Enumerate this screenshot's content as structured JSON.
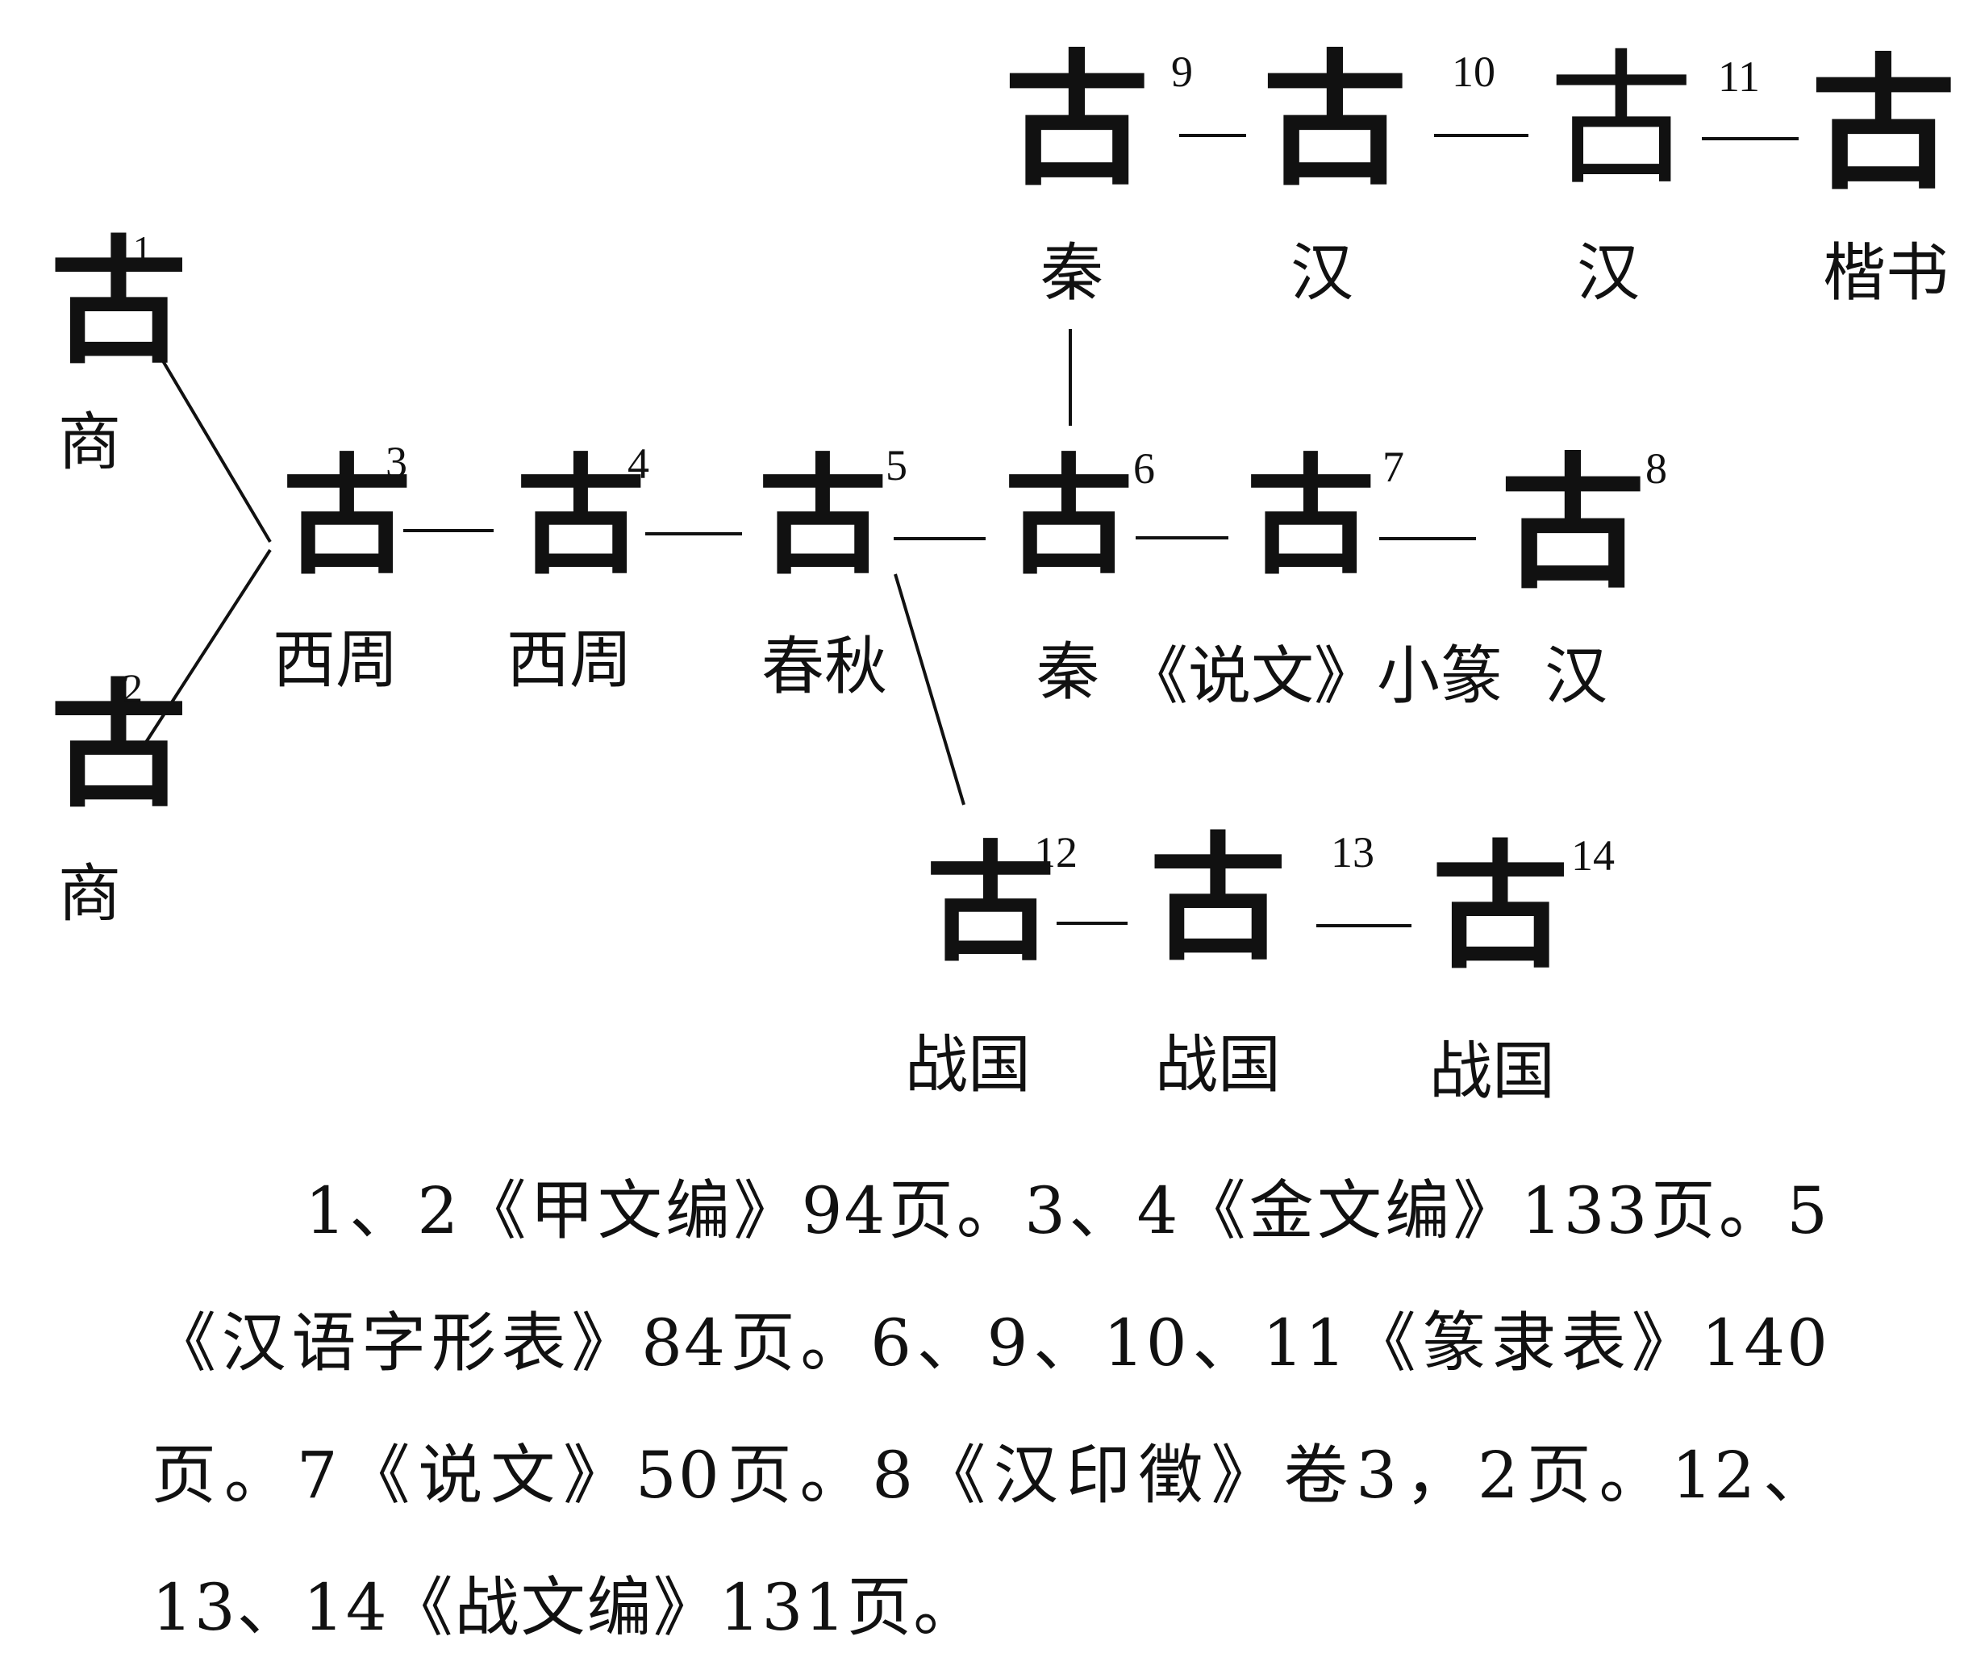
{
  "nodes": [
    {
      "id": 1,
      "char": "古",
      "number": "1",
      "period": "商"
    },
    {
      "id": 2,
      "char": "古",
      "number": "2",
      "period": "商"
    },
    {
      "id": 3,
      "char": "古",
      "number": "3",
      "period": "西周"
    },
    {
      "id": 4,
      "char": "古",
      "number": "4",
      "period": "西周"
    },
    {
      "id": 5,
      "char": "古",
      "number": "5",
      "period": "春秋"
    },
    {
      "id": 6,
      "char": "古",
      "number": "6",
      "period": "秦"
    },
    {
      "id": 7,
      "char": "古",
      "number": "7",
      "period": "《说文》小篆"
    },
    {
      "id": 8,
      "char": "古",
      "number": "8",
      "period": "汉"
    },
    {
      "id": 9,
      "char": "古",
      "number": "9",
      "period": "秦"
    },
    {
      "id": 10,
      "char": "古",
      "number": "10",
      "period": "汉"
    },
    {
      "id": 11,
      "char": "古",
      "number": "11",
      "period": "汉"
    },
    {
      "id": 12,
      "char": "古",
      "number": "12",
      "period": "战国"
    },
    {
      "id": 13,
      "char": "古",
      "number": "13",
      "period": "战国"
    },
    {
      "id": 14,
      "char": "古",
      "number": "14",
      "period": "战国"
    },
    {
      "id": 15,
      "char": "古",
      "number": "",
      "period": "楷书"
    }
  ],
  "caption": "1、2《甲文编》94页。3、4《金文编》133页。5《汉语字形表》84页。6、9、10、11《篆隶表》140页。7《说文》50页。8《汉印徵》卷3，2页。12、13、14《战文编》131页。"
}
